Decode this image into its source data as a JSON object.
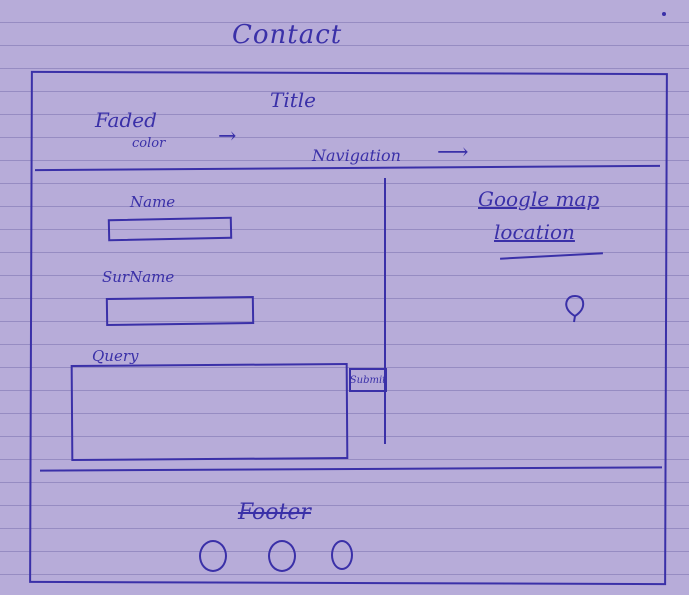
{
  "page": {
    "title": "Contact"
  },
  "header": {
    "title": "Title",
    "faded_label": "Faded",
    "color_label": "color",
    "arrow": "→",
    "navigation_label": "Navigation",
    "navigation_arrow": "⟶"
  },
  "form": {
    "name_label": "Name",
    "surname_label": "SurName",
    "query_label": "Query",
    "submit_label": "Submit"
  },
  "map": {
    "label_line1": "Google map",
    "label_line2": "location",
    "icon": "map-pin-icon"
  },
  "footer": {
    "label": "Footer",
    "icons": [
      "circle-icon",
      "circle-icon",
      "circle-icon"
    ]
  },
  "colors": {
    "ink": "#3a30a8",
    "paper": "#b7acd9"
  }
}
